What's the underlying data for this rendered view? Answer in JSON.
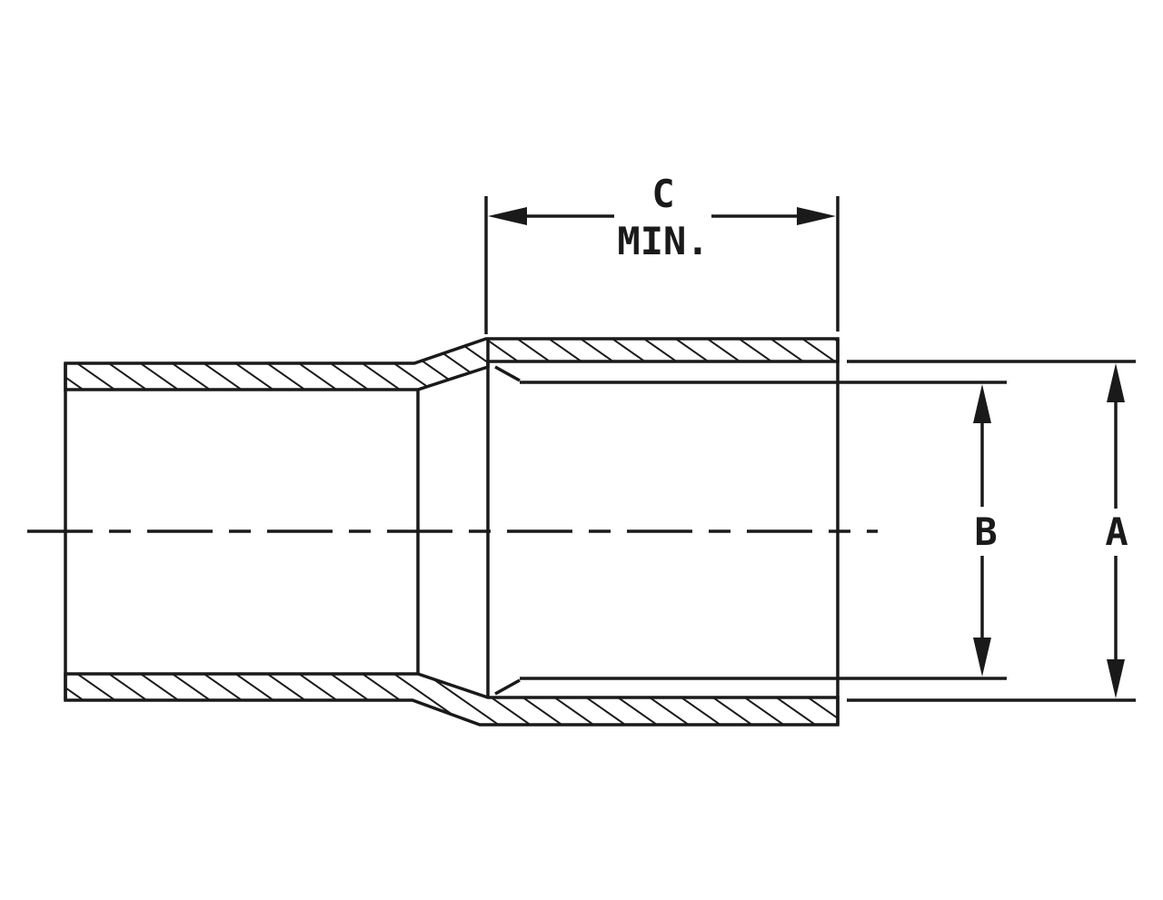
{
  "labels": {
    "dim_c": "C",
    "dim_c_sub": "MIN.",
    "dim_b": "B",
    "dim_a": "A"
  },
  "colors": {
    "ink": "#1a1a1a",
    "paper": "#ffffff"
  }
}
